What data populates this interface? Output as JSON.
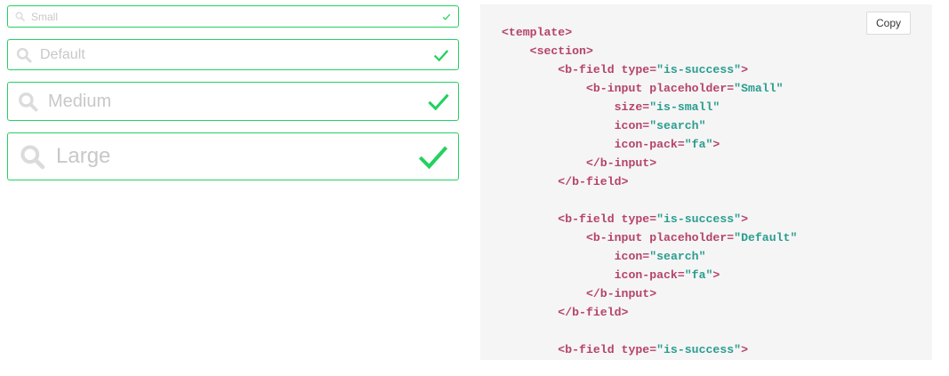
{
  "inputs": [
    {
      "size": "small",
      "placeholder": "Small",
      "state": "success",
      "left_icon": "search-icon",
      "right_icon": "check-icon"
    },
    {
      "size": "default",
      "placeholder": "Default",
      "state": "success",
      "left_icon": "search-icon",
      "right_icon": "check-icon"
    },
    {
      "size": "medium",
      "placeholder": "Medium",
      "state": "success",
      "left_icon": "search-icon",
      "right_icon": "check-icon"
    },
    {
      "size": "large",
      "placeholder": "Large",
      "state": "success",
      "left_icon": "search-icon",
      "right_icon": "check-icon"
    }
  ],
  "colors": {
    "success": "#23d160",
    "placeholder": "#c8c8c8",
    "icon_gray": "#dbdbdb",
    "code_bg": "#f5f5f5",
    "code_tag": "#b5436b",
    "code_string": "#2a9d8f"
  },
  "code_panel": {
    "copy_label": "Copy",
    "lines": [
      [
        {
          "t": "tag",
          "v": "<template>"
        }
      ],
      [
        {
          "t": "tag",
          "v": "    <section>"
        }
      ],
      [
        {
          "t": "tag",
          "v": "        <b-field type="
        },
        {
          "t": "str",
          "v": "\"is-success\""
        },
        {
          "t": "tag",
          "v": ">"
        }
      ],
      [
        {
          "t": "tag",
          "v": "            <b-input placeholder="
        },
        {
          "t": "str",
          "v": "\"Small\""
        }
      ],
      [
        {
          "t": "tag",
          "v": "                size="
        },
        {
          "t": "str",
          "v": "\"is-small\""
        }
      ],
      [
        {
          "t": "tag",
          "v": "                icon="
        },
        {
          "t": "str",
          "v": "\"search\""
        }
      ],
      [
        {
          "t": "tag",
          "v": "                icon-pack="
        },
        {
          "t": "str",
          "v": "\"fa\""
        },
        {
          "t": "tag",
          "v": ">"
        }
      ],
      [
        {
          "t": "tag",
          "v": "            </b-input>"
        }
      ],
      [
        {
          "t": "tag",
          "v": "        </b-field>"
        }
      ],
      [
        {
          "t": "tag",
          "v": ""
        }
      ],
      [
        {
          "t": "tag",
          "v": "        <b-field type="
        },
        {
          "t": "str",
          "v": "\"is-success\""
        },
        {
          "t": "tag",
          "v": ">"
        }
      ],
      [
        {
          "t": "tag",
          "v": "            <b-input placeholder="
        },
        {
          "t": "str",
          "v": "\"Default\""
        }
      ],
      [
        {
          "t": "tag",
          "v": "                icon="
        },
        {
          "t": "str",
          "v": "\"search\""
        }
      ],
      [
        {
          "t": "tag",
          "v": "                icon-pack="
        },
        {
          "t": "str",
          "v": "\"fa\""
        },
        {
          "t": "tag",
          "v": ">"
        }
      ],
      [
        {
          "t": "tag",
          "v": "            </b-input>"
        }
      ],
      [
        {
          "t": "tag",
          "v": "        </b-field>"
        }
      ],
      [
        {
          "t": "tag",
          "v": ""
        }
      ],
      [
        {
          "t": "tag",
          "v": "        <b-field type="
        },
        {
          "t": "str",
          "v": "\"is-success\""
        },
        {
          "t": "tag",
          "v": ">"
        }
      ]
    ]
  }
}
